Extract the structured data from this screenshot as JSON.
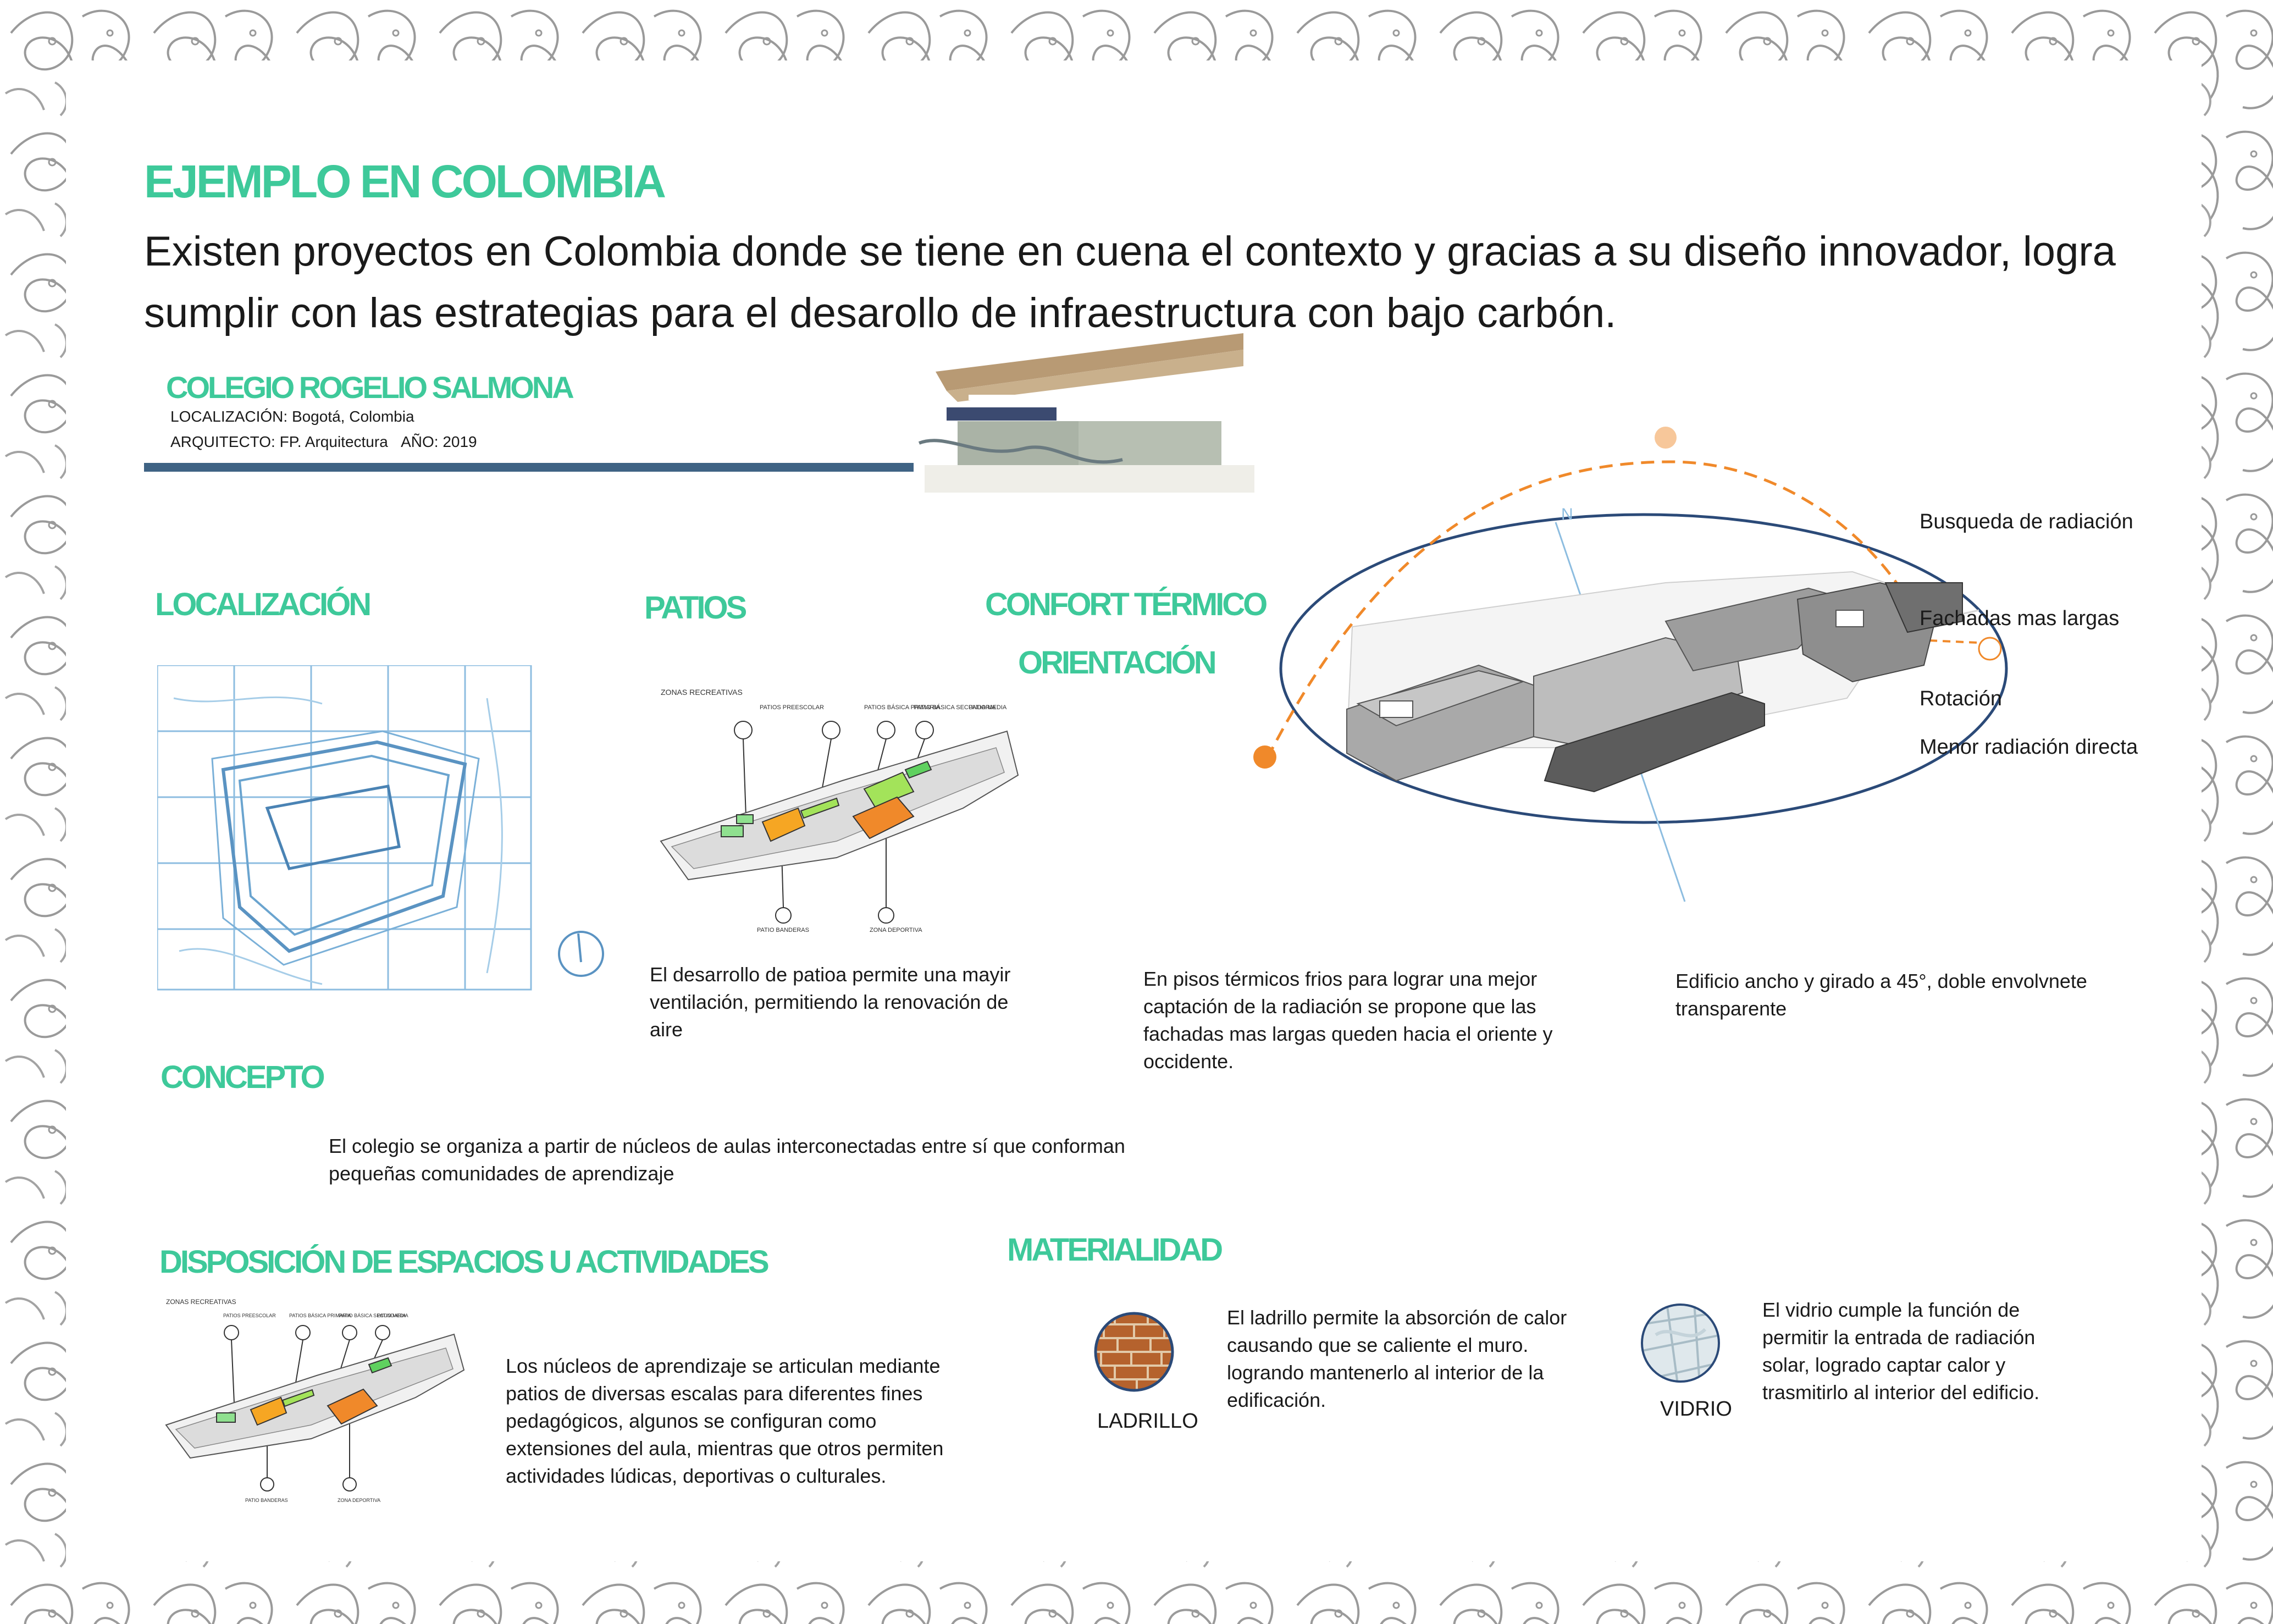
{
  "title": "EJEMPLO EN COLOMBIA",
  "intro": "Existen proyectos en Colombia donde se tiene en cuena el contexto y gracias a su diseño innovador, logra sumplir con las estrategias para el desarollo de infraestructura con bajo carbón.",
  "project": {
    "name": "COLEGIO ROGELIO SALMONA",
    "location": "LOCALIZACIÓN: Bogotá, Colombia",
    "architect": "ARQUITECTO: FP. Arquitectura",
    "year": "AÑO: 2019"
  },
  "sections": {
    "localizacion": "LOCALIZACIÓN",
    "patios": "PATIOS",
    "confort": "CONFORT TÉRMICO",
    "orientacion": "ORIENTACIÓN",
    "concepto": "CONCEPTO",
    "disposicion": "DISPOSICIÓN DE ESPACIOS U ACTIVIDADES",
    "materialidad": "MATERIALIDAD"
  },
  "orientation_labels": [
    "Busqueda de radiación",
    "Fachadas mas largas",
    "Rotación",
    "Menor radiación directa"
  ],
  "north_label": "N",
  "texts": {
    "patios": "El desarrollo de patioa permite una mayir ventilación, permitiendo la renovación de aire",
    "confort": "En pisos térmicos frios para lograr una mejor captación de la radiación se propone que las fachadas mas largas queden hacia el oriente y occidente.",
    "edificio": "Edificio ancho y girado a 45°, doble envolvnete transparente",
    "concepto": "El colegio se organiza a partir de núcleos de aulas interconectadas entre sí que conforman pequeñas comunidades de aprendizaje",
    "disposicion": "Los núcleos de aprendizaje se articulan mediante patios de diversas escalas para diferentes fines pedagógicos, algunos se configuran como extensiones del aula, mientras que otros permiten actividades lúdicas, deportivas o culturales.",
    "ladrillo": "El ladrillo permite la absorción de calor causando que se caliente el muro. logrando mantenerlo al interior de la edificación.",
    "vidrio": "El vidrio cumple la función de permitir la entrada de radiación solar, logrado captar calor y trasmitirlo al interior del edificio."
  },
  "materials": {
    "ladrillo": "LADRILLO",
    "vidrio": "VIDRIO"
  },
  "diagram_labels": {
    "zonas": "ZONAS RECREATIVAS",
    "preescolar": "PATIOS PREESCOLAR",
    "primaria": "PATIOS BÁSICA PRIMARIA",
    "secundaria": "PATIO BÁSICA SECUNDARIA",
    "media": "PATIO MEDIA",
    "banderas": "PATIO BANDERAS",
    "deportiva": "ZONA DEPORTIVA"
  },
  "colors": {
    "accent": "#3ec99a",
    "bar": "#3f6384",
    "sun": "#f0892a",
    "ellipse": "#2b4a78"
  }
}
